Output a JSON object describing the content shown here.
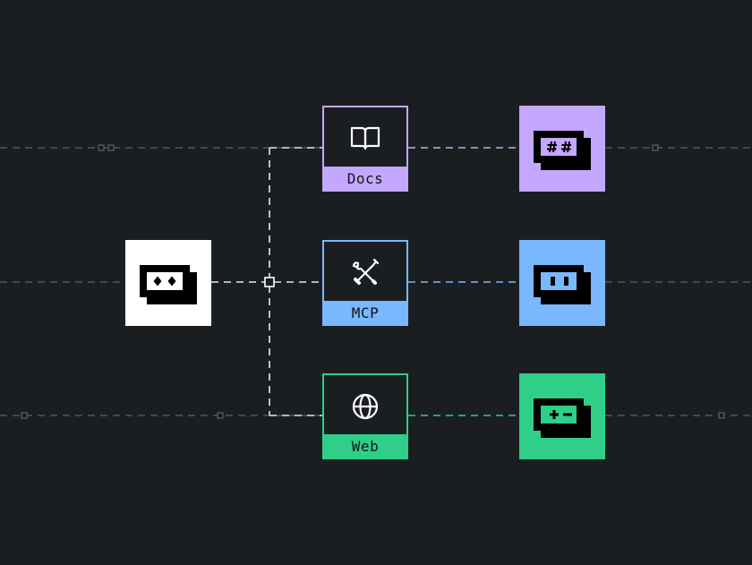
{
  "colors": {
    "background": "#1b1e21",
    "docs": "#c4a7ff",
    "mcp": "#79b8ff",
    "web": "#2fcf8a",
    "source": "#ffffff",
    "wire": "#7a7e83"
  },
  "source": {
    "icon": "terminal-diamonds-icon"
  },
  "tools": [
    {
      "label": "Docs",
      "icon": "book-icon",
      "color": "#c4a7ff"
    },
    {
      "label": "MCP",
      "icon": "wrench-screwdriver-icon",
      "color": "#79b8ff"
    },
    {
      "label": "Web",
      "icon": "globe-icon",
      "color": "#2fcf8a"
    }
  ],
  "outputs": [
    {
      "glyph": "##",
      "icon": "terminal-hash-icon",
      "color": "#c4a7ff"
    },
    {
      "glyph": "▮▮",
      "icon": "terminal-bars-icon",
      "color": "#79b8ff"
    },
    {
      "glyph": "+-",
      "icon": "terminal-plus-minus-icon",
      "color": "#2fcf8a"
    }
  ]
}
